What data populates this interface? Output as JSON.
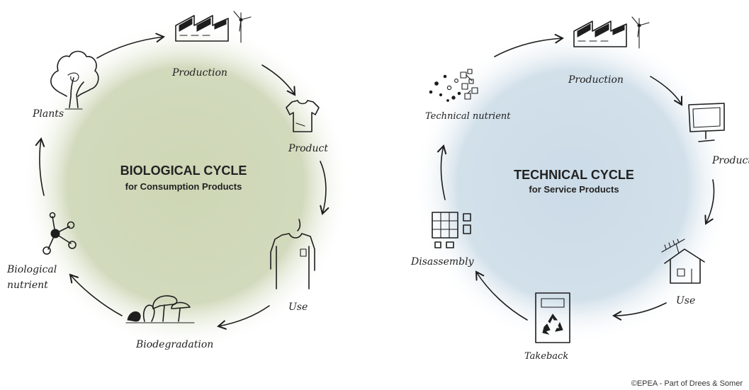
{
  "biological_cycle": {
    "title": "BIOLOGICAL CYCLE",
    "subtitle": "for Consumption Products",
    "background_color": "#c9d3b0",
    "stages": {
      "production": "Production",
      "product": "Product",
      "use": "Use",
      "biodegradation": "Biodegradation",
      "nutrient_line1": "Biological",
      "nutrient_line2": "nutrient",
      "plants": "Plants"
    }
  },
  "technical_cycle": {
    "title": "TECHNICAL CYCLE",
    "subtitle": "for Service Products",
    "background_color": "#c8d9e6",
    "stages": {
      "production": "Production",
      "product": "Product",
      "use": "Use",
      "takeback": "Takeback",
      "disassembly": "Disassembly",
      "nutrient": "Technical nutrient"
    }
  },
  "icons": [
    "factory-icon",
    "tree-icon",
    "tshirt-icon",
    "person-icon",
    "mushroom-icon",
    "molecule-icon",
    "monitor-icon",
    "house-icon",
    "recycle-bin-icon",
    "disassembly-icon",
    "particles-icon"
  ],
  "credit": "©EPEA - Part of Drees & Somer"
}
